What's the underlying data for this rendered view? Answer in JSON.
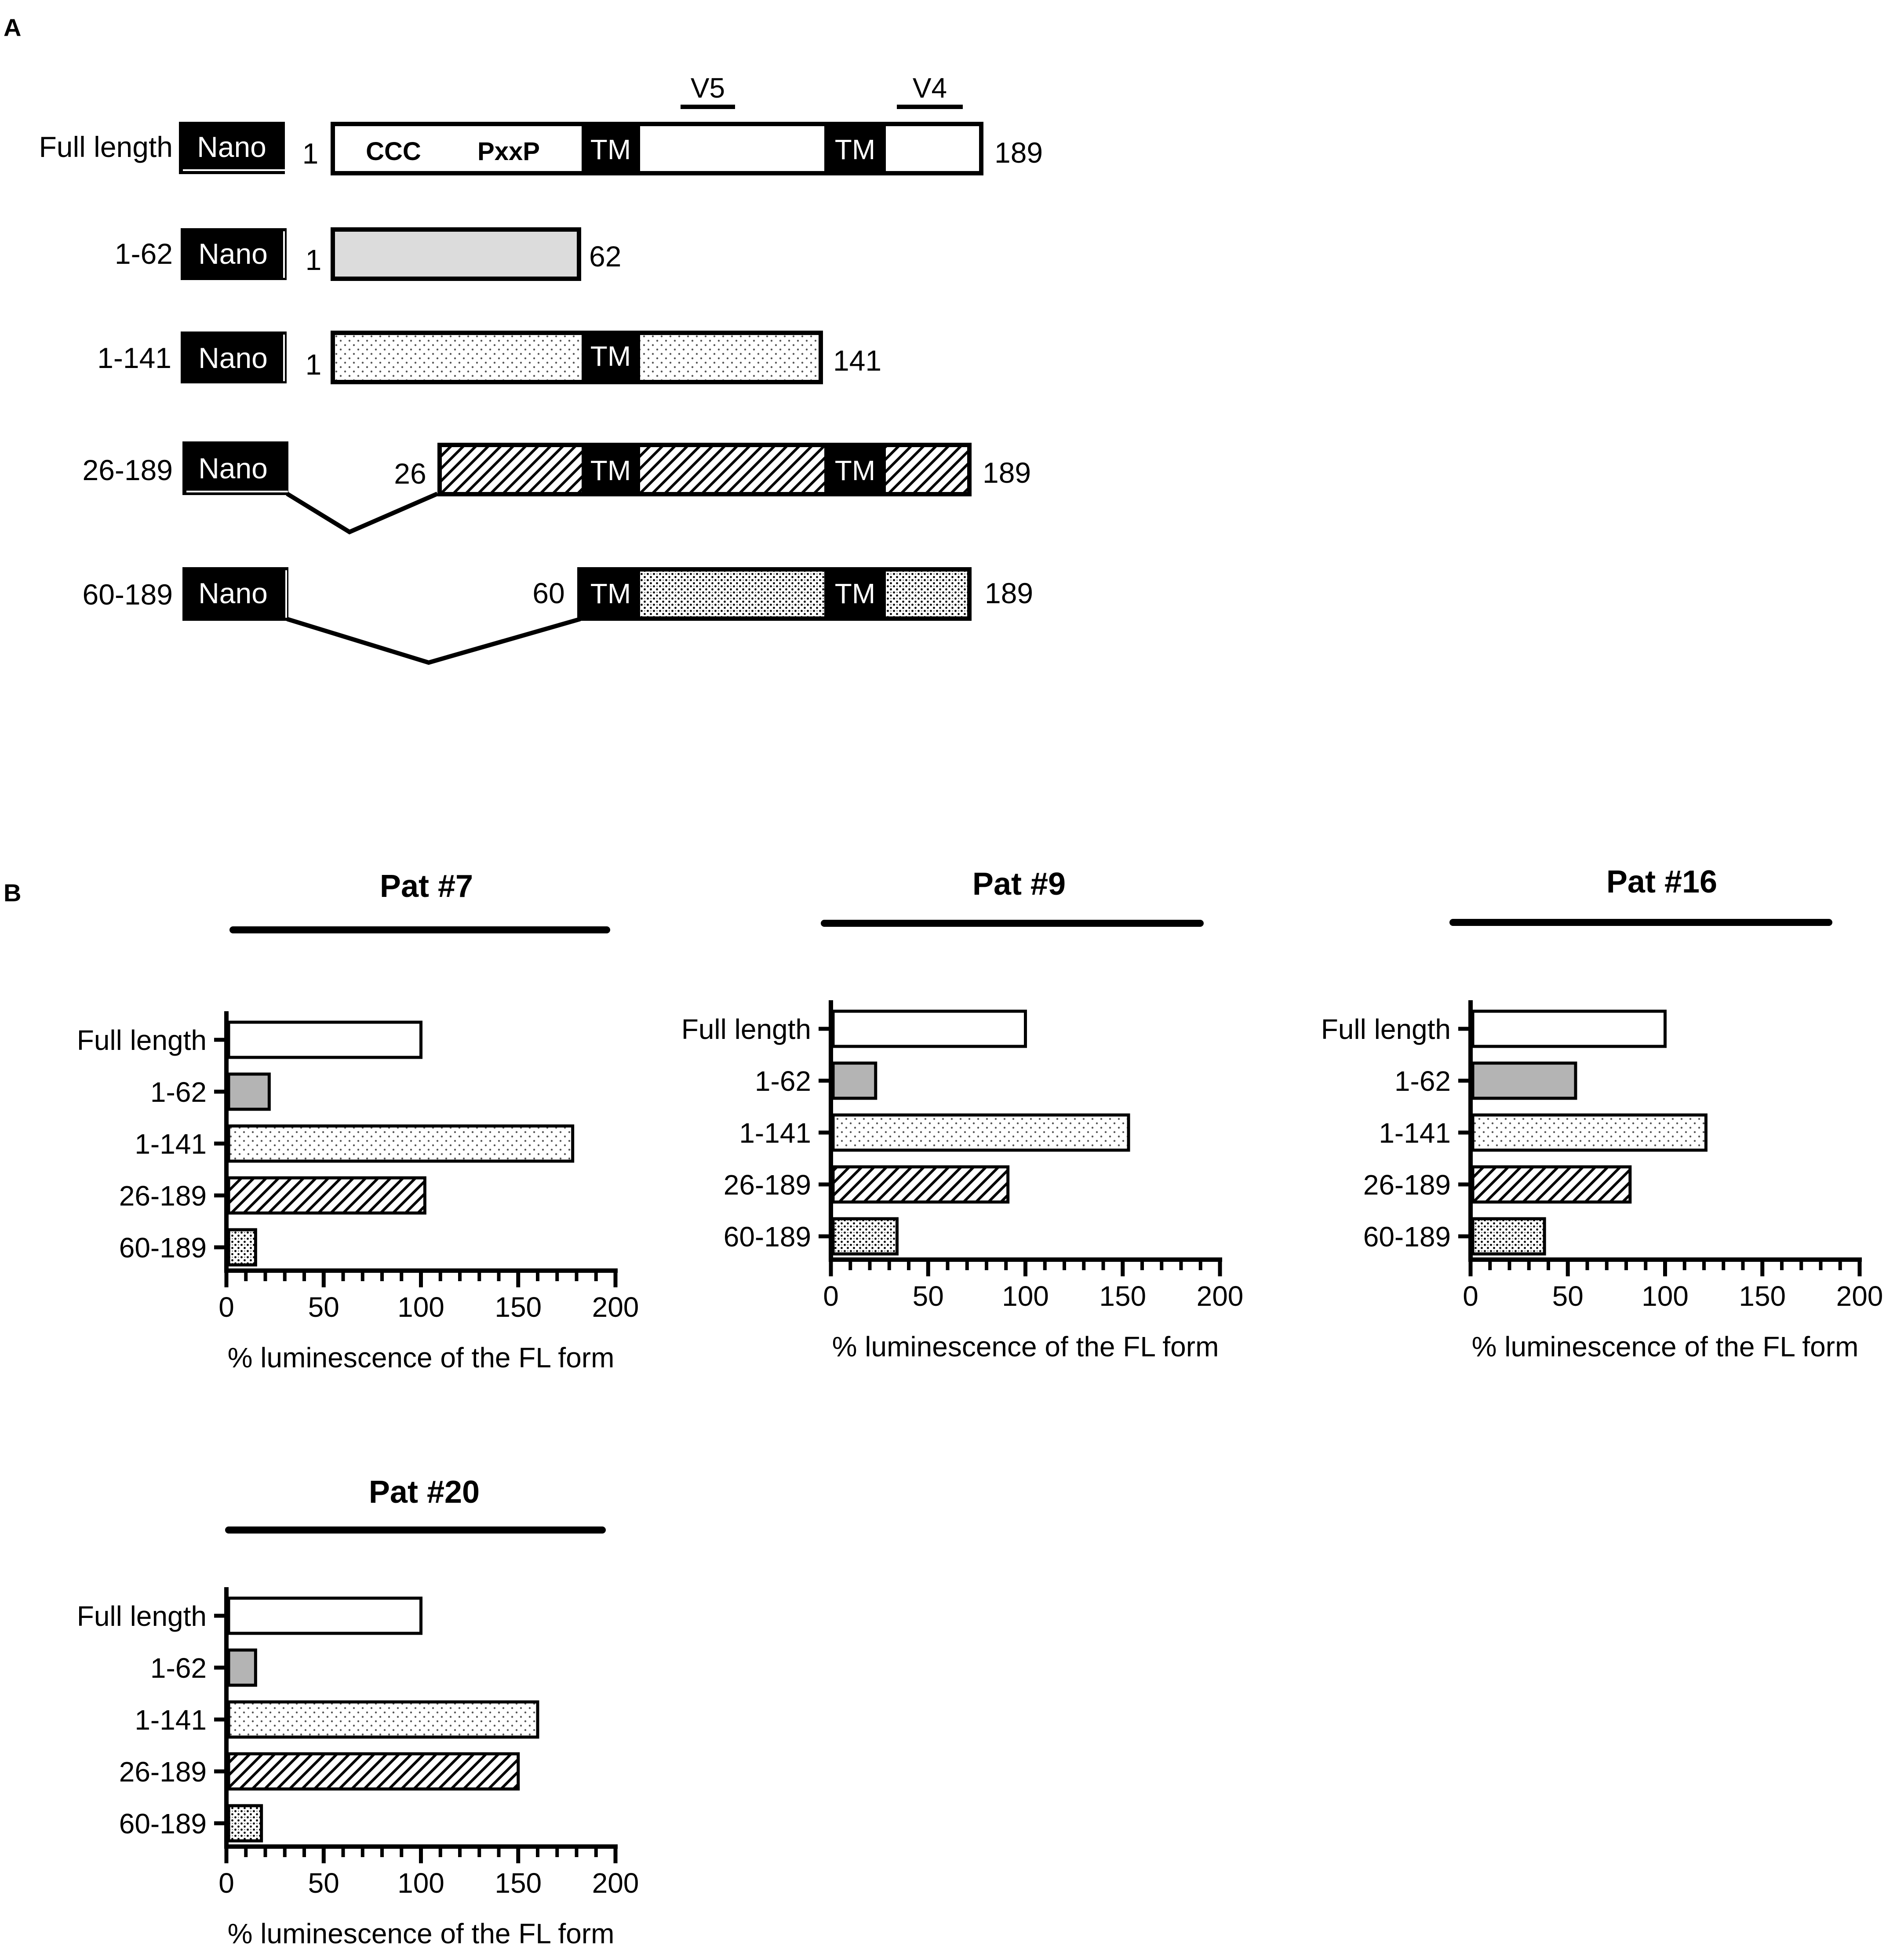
{
  "panel_a": {
    "label": "A",
    "nano_label": "Nano",
    "tm_label": "TM",
    "motifs": {
      "ccc": "CCC",
      "pxxp": "PxxP"
    },
    "epitopes": [
      "V5",
      "V4"
    ],
    "constructs": [
      {
        "name": "Full length",
        "start": "1",
        "end": "189",
        "fill": "white"
      },
      {
        "name": "1-62",
        "start": "1",
        "end": "62",
        "fill": "grey"
      },
      {
        "name": "1-141",
        "start": "1",
        "end": "141",
        "fill": "dots"
      },
      {
        "name": "26-189",
        "start": "26",
        "end": "189",
        "fill": "hatch"
      },
      {
        "name": "60-189",
        "start": "60",
        "end": "189",
        "fill": "dense"
      }
    ]
  },
  "panel_b": {
    "label": "B"
  },
  "chart_data": [
    {
      "type": "bar",
      "orientation": "horizontal",
      "title": "Pat #7",
      "categories": [
        "Full length",
        "1-62",
        "1-141",
        "26-189",
        "60-189"
      ],
      "values": [
        100,
        22,
        178,
        102,
        15
      ],
      "xlabel": "% luminescence of the FL form",
      "xlim": [
        0,
        200
      ],
      "xticks": [
        0,
        50,
        100,
        150,
        200
      ],
      "grid": false
    },
    {
      "type": "bar",
      "orientation": "horizontal",
      "title": "Pat #9",
      "categories": [
        "Full length",
        "1-62",
        "1-141",
        "26-189",
        "60-189"
      ],
      "values": [
        100,
        23,
        153,
        91,
        34
      ],
      "xlabel": "% luminescence of the FL form",
      "xlim": [
        0,
        200
      ],
      "xticks": [
        0,
        50,
        100,
        150,
        200
      ],
      "grid": false
    },
    {
      "type": "bar",
      "orientation": "horizontal",
      "title": "Pat #16",
      "categories": [
        "Full length",
        "1-62",
        "1-141",
        "26-189",
        "60-189"
      ],
      "values": [
        100,
        54,
        121,
        82,
        38
      ],
      "xlabel": "% luminescence of the FL form",
      "xlim": [
        0,
        200
      ],
      "xticks": [
        0,
        50,
        100,
        150,
        200
      ],
      "grid": false
    },
    {
      "type": "bar",
      "orientation": "horizontal",
      "title": "Pat #20",
      "categories": [
        "Full length",
        "1-62",
        "1-141",
        "26-189",
        "60-189"
      ],
      "values": [
        100,
        15,
        160,
        150,
        18
      ],
      "xlabel": "% luminescence of the FL form",
      "xlim": [
        0,
        200
      ],
      "xticks": [
        0,
        50,
        100,
        150,
        200
      ],
      "grid": false
    }
  ]
}
